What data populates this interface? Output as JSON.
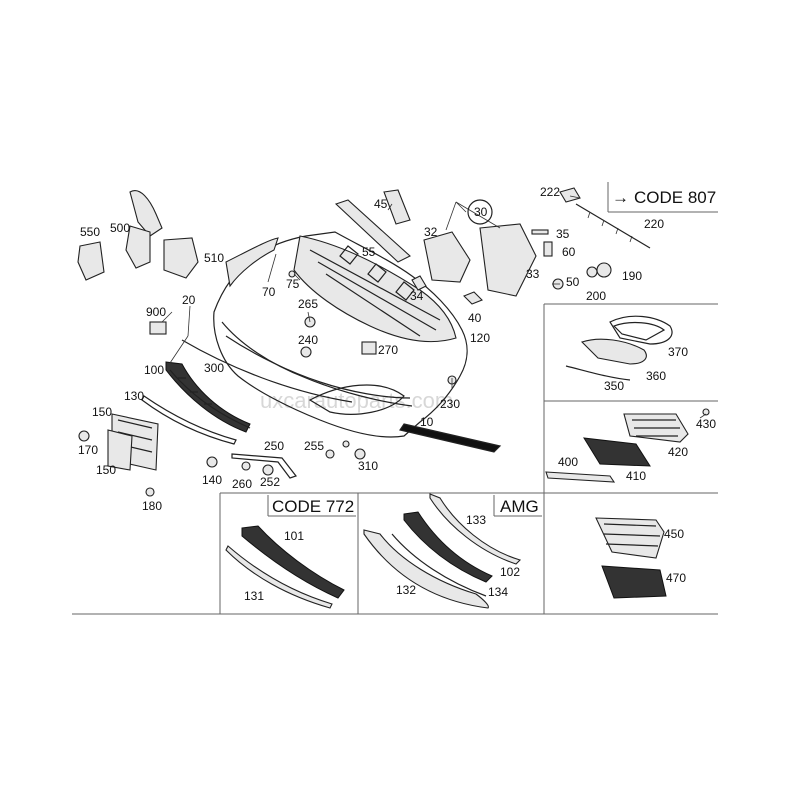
{
  "watermark": "uxcarautoparts.com",
  "codes": {
    "code_807": "CODE 807",
    "code_807_arrow": "→",
    "code_772": "CODE 772",
    "amg": "AMG"
  },
  "part_numbers": [
    "550",
    "500",
    "510",
    "900",
    "20",
    "100",
    "300",
    "130",
    "150",
    "170",
    "150",
    "180",
    "140",
    "260",
    "252",
    "250",
    "255",
    "310",
    "70",
    "75",
    "265",
    "240",
    "270",
    "55",
    "45",
    "32",
    "30",
    "35",
    "60",
    "34",
    "40",
    "33",
    "50",
    "200",
    "190",
    "120",
    "230",
    "10",
    "222",
    "220",
    "370",
    "360",
    "350",
    "430",
    "420",
    "410",
    "400",
    "101",
    "131",
    "133",
    "102",
    "132",
    "134",
    "450",
    "470"
  ],
  "colors": {
    "line": "#222222",
    "mesh": "#333333",
    "frame": "#666666",
    "background": "#ffffff"
  }
}
